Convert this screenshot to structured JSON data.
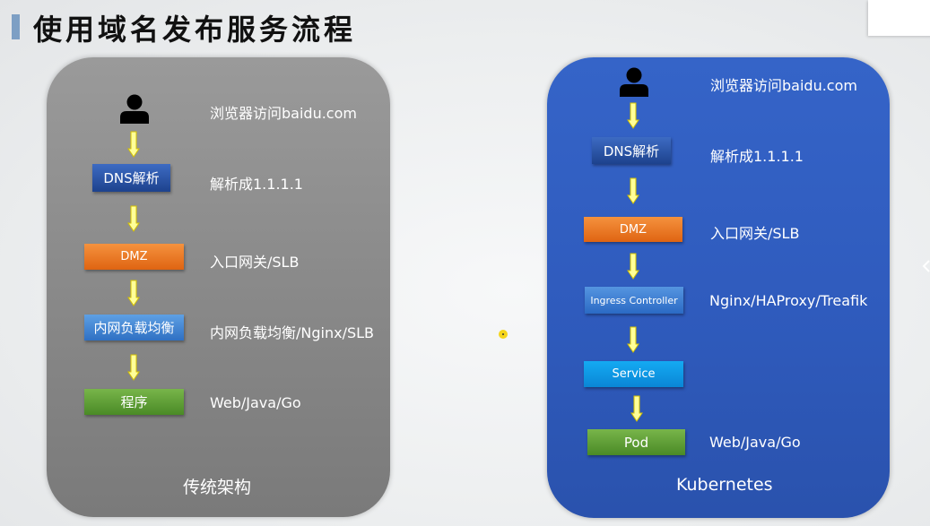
{
  "title": "使用域名发布服务流程",
  "colors": {
    "left_panel": "#8b8b8b",
    "right_panel": "#2f5bbd",
    "dns_box": "#2a56a8",
    "dmz_box": "#ec7a24",
    "lb_box": "#3f85d6",
    "app_box": "#5b9b34",
    "ingress_box": "#3b7fd6",
    "service_box": "#10a0ec",
    "arrow_fill": "#ffff99",
    "title_accent": "#7d9fc4"
  },
  "left": {
    "caption": "传统架构",
    "steps": [
      {
        "box": "",
        "desc": "浏览器访问baidu.com"
      },
      {
        "box": "DNS解析",
        "desc": "解析成1.1.1.1"
      },
      {
        "box": "DMZ",
        "desc": "入口网关/SLB"
      },
      {
        "box": "内网负载均衡",
        "desc": "内网负载均衡/Nginx/SLB"
      },
      {
        "box": "程序",
        "desc": "Web/Java/Go"
      }
    ]
  },
  "right": {
    "caption": "Kubernetes",
    "steps": [
      {
        "box": "",
        "desc": "浏览器访问baidu.com"
      },
      {
        "box": "DNS解析",
        "desc": "解析成1.1.1.1"
      },
      {
        "box": "DMZ",
        "desc": "入口网关/SLB"
      },
      {
        "box": "Ingress Controller",
        "desc": "Nginx/HAProxy/Treafik"
      },
      {
        "box": "Service",
        "desc": ""
      },
      {
        "box": "Pod",
        "desc": "Web/Java/Go"
      }
    ]
  }
}
